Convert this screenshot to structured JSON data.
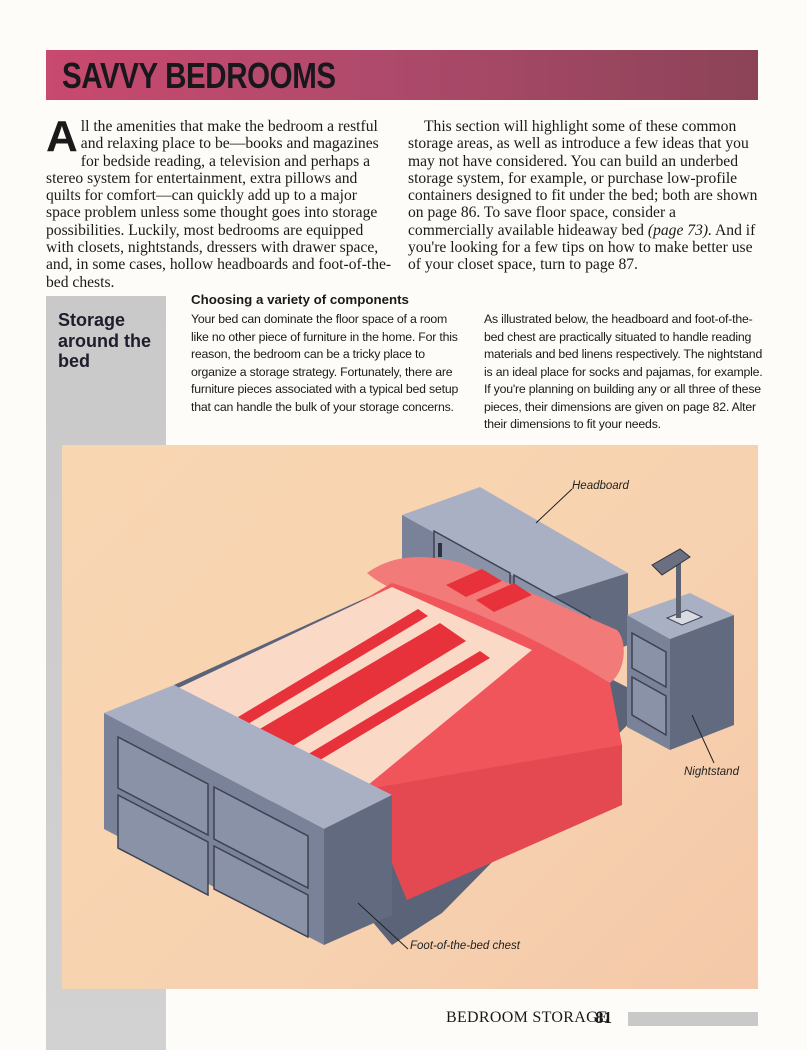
{
  "page": {
    "title": "SAVVY BEDROOMS",
    "intro_dropcap": "A",
    "intro_left": "ll the amenities that make the bedroom a restful and relaxing place to be—books and magazines for bedside reading, a television and perhaps a stereo system for entertainment, extra pillows and quilts for comfort—can quickly add up to a major space problem unless some thought goes into storage possibilities. Luckily, most bedrooms are equipped with closets, nightstands, dressers with drawer space, and, in some cases, hollow headboards and foot-of-the-bed chests.",
    "intro_right_part1": "This section will highlight some of these common storage areas, as well as introduce a few ideas that you may not have considered. You can build an underbed storage system, for example, or purchase low-profile containers designed to fit under the bed; both are shown on page 86. To save floor space, consider a commercially available hideaway bed ",
    "intro_right_ref": "(page 73).",
    "intro_right_part2": " And if you're looking for a few tips on how to make better use of your closet space, turn to page 87."
  },
  "section": {
    "sidebar_title": "Storage around the bed",
    "heading": "Choosing a variety of components",
    "col_left": "Your bed can dominate the floor space of a room like no other piece of furniture in the home. For this reason, the bedroom can be a tricky place to organize a storage strategy. Fortunately, there are furniture pieces associated with a typical bed setup that can handle the bulk of your storage concerns.",
    "col_right": "As illustrated below, the headboard and foot-of-the-bed chest are practically situated to handle reading materials and bed linens respectively. The nightstand is an ideal place for socks and pajamas, for example. If you're planning on building any or all three of these pieces, their dimensions are given on page 82. Alter their dimensions to fit your needs."
  },
  "illustration": {
    "label_headboard": "Headboard",
    "label_nightstand": "Nightstand",
    "label_chest": "Foot-of-the-bed chest",
    "colors": {
      "background": "#f8d3b0",
      "furniture_top": "#a9b0c4",
      "furniture_front": "#7a8299",
      "furniture_side": "#626a80",
      "sheet": "#fbd9c7",
      "cover": "#f0555c",
      "stripe": "#e8323b"
    }
  },
  "footer": {
    "label": "BEDROOM STORAGE",
    "page_number": "81"
  }
}
